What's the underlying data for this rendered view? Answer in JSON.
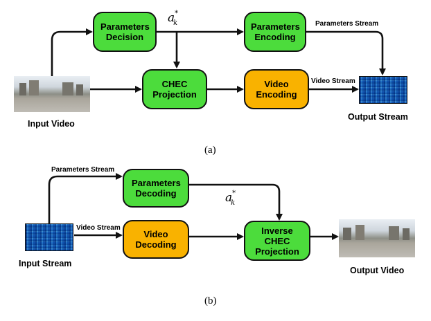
{
  "diagram_a": {
    "input_video_label": "Input Video",
    "parameters_decision": "Parameters Decision",
    "chec_projection": "CHEC Projection",
    "parameters_encoding": "Parameters Encoding",
    "video_encoding": "Video Encoding",
    "parameters_stream_label": "Parameters Stream",
    "video_stream_label": "Video Stream",
    "output_stream_label": "Output Stream",
    "symbol_base": "a",
    "symbol_sup": "*",
    "symbol_sub": "k",
    "caption": "(a)"
  },
  "diagram_b": {
    "input_stream_label": "Input Stream",
    "parameters_stream_label": "Parameters Stream",
    "video_stream_label": "Video Stream",
    "parameters_decoding": "Parameters Decoding",
    "video_decoding": "Video Decoding",
    "inverse_chec_projection": "Inverse CHEC Projection",
    "output_video_label": "Output Video",
    "symbol_base": "a",
    "symbol_sup": "*",
    "symbol_sub": "k",
    "caption": "(b)"
  },
  "colors": {
    "green_box": "#4cdc3c",
    "orange_box": "#f9b200",
    "arrow": "#111111"
  },
  "icons": {
    "video_thumbnail": "panorama-video-thumbnail",
    "stream_thumbnail": "bitstream-noise-thumbnail"
  }
}
